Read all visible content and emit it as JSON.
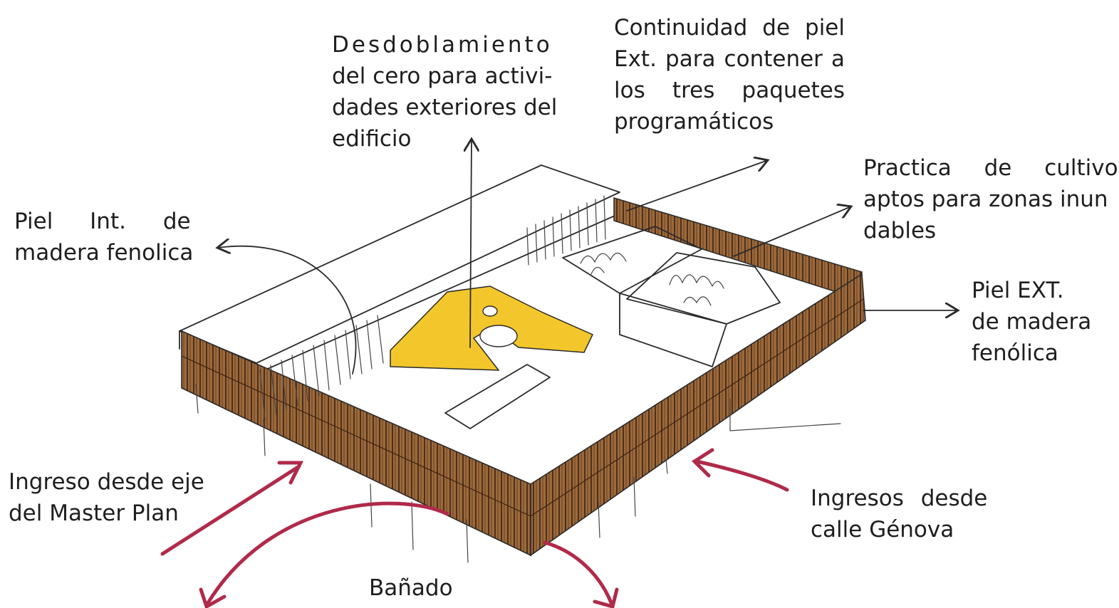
{
  "annotations": {
    "desdoblamiento": [
      "Desdoblamiento",
      "del cero para activi-",
      "dades exteriores del",
      "edificio"
    ],
    "continuidad": [
      "Continuidad de piel",
      "Ext. para contener a",
      "los tres paquetes",
      "programáticos"
    ],
    "practica": [
      "Practica de cultivos",
      "aptos para zonas inun",
      "dables"
    ],
    "piel_int": [
      "Piel Int. de",
      "madera fenolica"
    ],
    "piel_ext": [
      "Piel EXT.",
      "de madera",
      "fenólica"
    ],
    "ingreso_master": [
      "Ingreso desde eje",
      "del Master Plan"
    ],
    "ingresos_genova": [
      "Ingresos desde",
      "calle Génova"
    ],
    "banado": "Bañado"
  },
  "colors": {
    "wood_skin": "#9c6a3c",
    "wood_stripe": "#3a2210",
    "plaza": "#f3c72c",
    "arrow": "#b02a4a",
    "ink": "#2a2a2a"
  }
}
